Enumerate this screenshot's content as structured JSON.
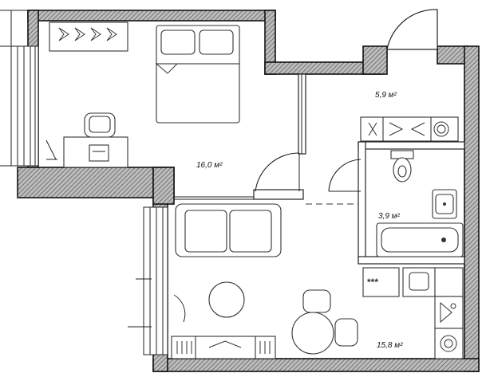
{
  "rooms": [
    {
      "id": "bedroom",
      "area": "16,0 м²"
    },
    {
      "id": "hall",
      "area": "5,9 м²"
    },
    {
      "id": "bathroom",
      "area": "3,9 м²"
    },
    {
      "id": "kitchen-living",
      "area": "15,8 м²"
    }
  ],
  "kitchen_appliance_glyph": "***"
}
